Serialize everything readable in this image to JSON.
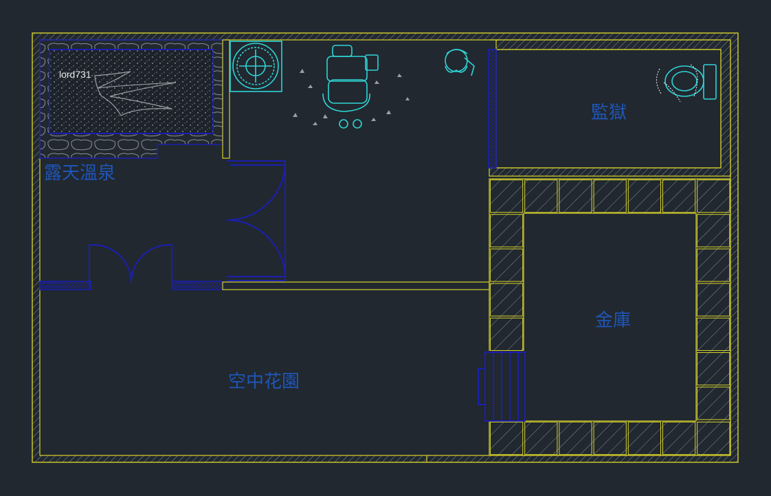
{
  "drawing": {
    "background": "#212830",
    "wall_color": "#d6d22a",
    "blue_color": "#1b1fb0",
    "cyan_color": "#2fd5d5",
    "label_color": "#1f56b8",
    "hatch_color": "#8a8f94"
  },
  "labels": {
    "hot_spring": "露天溫泉",
    "prison": "監獄",
    "vault": "金庫",
    "sky_garden": "空中花園",
    "signature": "lord731"
  }
}
